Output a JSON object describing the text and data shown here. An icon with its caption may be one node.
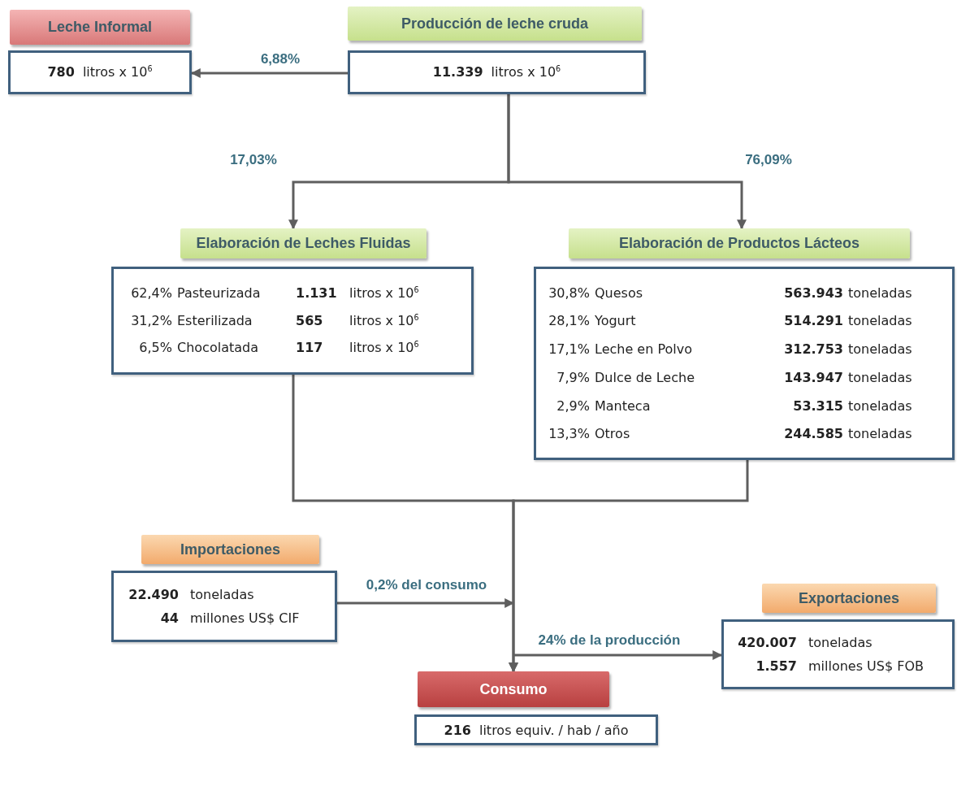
{
  "diagram": {
    "nodes": [
      {
        "text": [
          "Leche Informal",
          "780",
          "litros x 10$^{6}$"
        ]
      },
      {
        "text": [
          "Producción de leche cruda",
          "11.339",
          "litros x 10$^{6}$"
        ]
      },
      {
        "text": [
          "Elaboración de Leches Fluidas",
          "62,4%",
          "Pasteurizada",
          "1.131",
          "litros x 10$^{6}$",
          "31,2%",
          "Esterilizada",
          "565",
          "litros x 10$^{6}$",
          "6,5%",
          "Chocolatada",
          "117",
          "litros x 10$^{6}$"
        ]
      },
      {
        "text": [
          "Elaboración de Productos Lácteos",
          "30,8%",
          "Quesos",
          "563.943",
          "toneladas",
          "28,1%",
          "Yogurt",
          "514.291",
          "toneladas",
          "17,1%",
          "Leche en Polvo",
          "312.753",
          "toneladas",
          "7,9%",
          "Dulce de Leche",
          "143.947",
          "toneladas",
          "2,9%",
          "Manteca",
          "53.315",
          "toneladas",
          "13,3%",
          "Otros",
          "244.585",
          "toneladas"
        ]
      },
      {
        "text": [
          "Importaciones",
          "22.490",
          "toneladas",
          "44",
          "millones US$ CIF"
        ]
      },
      {
        "text": [
          "Exportaciones",
          "420.007",
          "toneladas",
          "1.557",
          "millones US$ FOB"
        ]
      },
      {
        "text": [
          "Consumo",
          "216",
          "litros equiv. / hab / año"
        ]
      }
    ],
    "edges": [
      {
        "from": 1,
        "to": 0,
        "arrow": "to",
        "label": "6,88%"
      },
      {
        "from": 1,
        "to": 2,
        "arrow": "to",
        "label": "17,03%"
      },
      {
        "from": 1,
        "to": 3,
        "arrow": "to",
        "label": "76,09%"
      },
      {
        "from": 2,
        "to": 6,
        "arrow": "to"
      },
      {
        "from": 3,
        "to": 6,
        "arrow": "to"
      },
      {
        "from": 4,
        "to": null,
        "arrow": "to",
        "label": "0,2% del consumo"
      },
      {
        "from": null,
        "to": 5,
        "arrow": "to",
        "label": "24% de la producción"
      }
    ]
  }
}
